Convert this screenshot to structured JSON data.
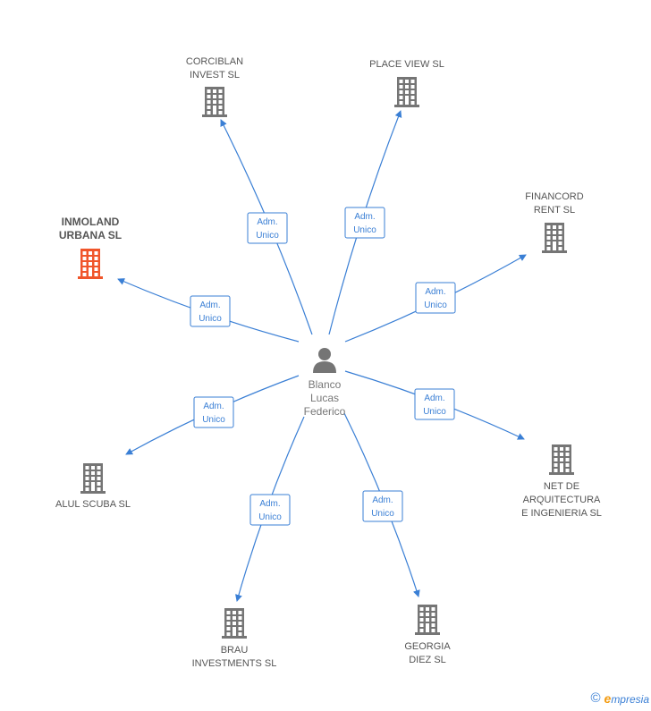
{
  "center": {
    "name_lines": [
      "Blanco",
      "Lucas",
      "Federico"
    ],
    "icon": "person-icon"
  },
  "companies": [
    {
      "id": "corciblan",
      "name_lines": [
        "CORCIBLAN",
        "INVEST SL"
      ],
      "role_lines": [
        "Adm.",
        "Unico"
      ],
      "highlight": false,
      "icon": "building-icon"
    },
    {
      "id": "place-view",
      "name_lines": [
        "PLACE VIEW SL"
      ],
      "role_lines": [
        "Adm.",
        "Unico"
      ],
      "highlight": false,
      "icon": "building-icon"
    },
    {
      "id": "financord",
      "name_lines": [
        "FINANCORD",
        "RENT SL"
      ],
      "role_lines": [
        "Adm.",
        "Unico"
      ],
      "highlight": false,
      "icon": "building-icon"
    },
    {
      "id": "inmoland",
      "name_lines": [
        "INMOLAND",
        "URBANA SL"
      ],
      "role_lines": [
        "Adm.",
        "Unico"
      ],
      "highlight": true,
      "icon": "building-icon"
    },
    {
      "id": "alul-scuba",
      "name_lines": [
        "ALUL SCUBA SL"
      ],
      "role_lines": [
        "Adm.",
        "Unico"
      ],
      "highlight": false,
      "icon": "building-icon"
    },
    {
      "id": "net-de-arquitectura",
      "name_lines": [
        "NET DE",
        "ARQUITECTURA",
        "E INGENIERIA SL"
      ],
      "role_lines": [
        "Adm.",
        "Unico"
      ],
      "highlight": false,
      "icon": "building-icon"
    },
    {
      "id": "brau",
      "name_lines": [
        "BRAU",
        "INVESTMENTS SL"
      ],
      "role_lines": [
        "Adm.",
        "Unico"
      ],
      "highlight": false,
      "icon": "building-icon"
    },
    {
      "id": "georgia",
      "name_lines": [
        "GEORGIA",
        "DIEZ SL"
      ],
      "role_lines": [
        "Adm.",
        "Unico"
      ],
      "highlight": false,
      "icon": "building-icon"
    }
  ],
  "colors": {
    "edge": "#3a7fd5",
    "building": "#757575",
    "building_highlight": "#f0552a",
    "person": "#757575"
  },
  "footer": {
    "copyright_symbol": "©",
    "brand_initial": "e",
    "brand_rest": "mpresia"
  }
}
